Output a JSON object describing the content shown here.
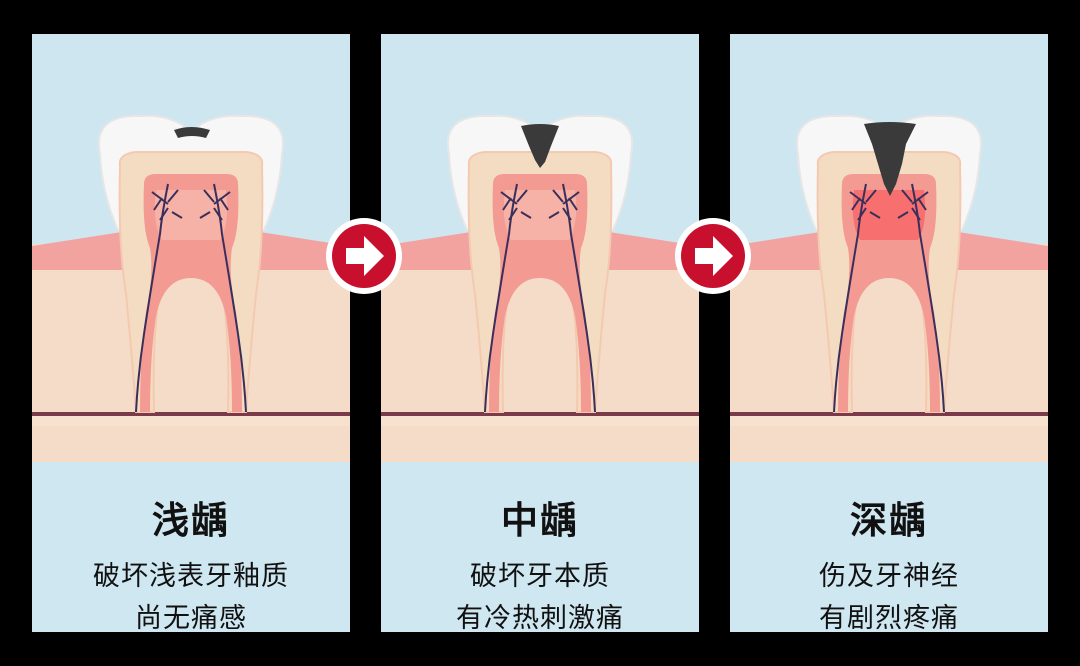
{
  "panels": [
    {
      "title": "浅龋",
      "line1": "破坏浅表牙釉质",
      "line2": "尚无痛感"
    },
    {
      "title": "中龋",
      "line1": "破坏牙本质",
      "line2": "有冷热刺激痛"
    },
    {
      "title": "深龋",
      "line1": "伤及牙神经",
      "line2": "有剧烈疼痛"
    }
  ],
  "arrows": [
    {
      "icon": "right-arrow-icon"
    },
    {
      "icon": "right-arrow-icon"
    }
  ],
  "colors": {
    "background": "#000000",
    "panel": "#cde6f0",
    "enamel": "#f7f7f7",
    "dentin": "#f3dcc2",
    "pulp": "#f39a93",
    "gum": "#f2a3a0",
    "bone": "#f4dcc8",
    "decay": "#3a3a3a",
    "arrow": "#c8102e"
  }
}
